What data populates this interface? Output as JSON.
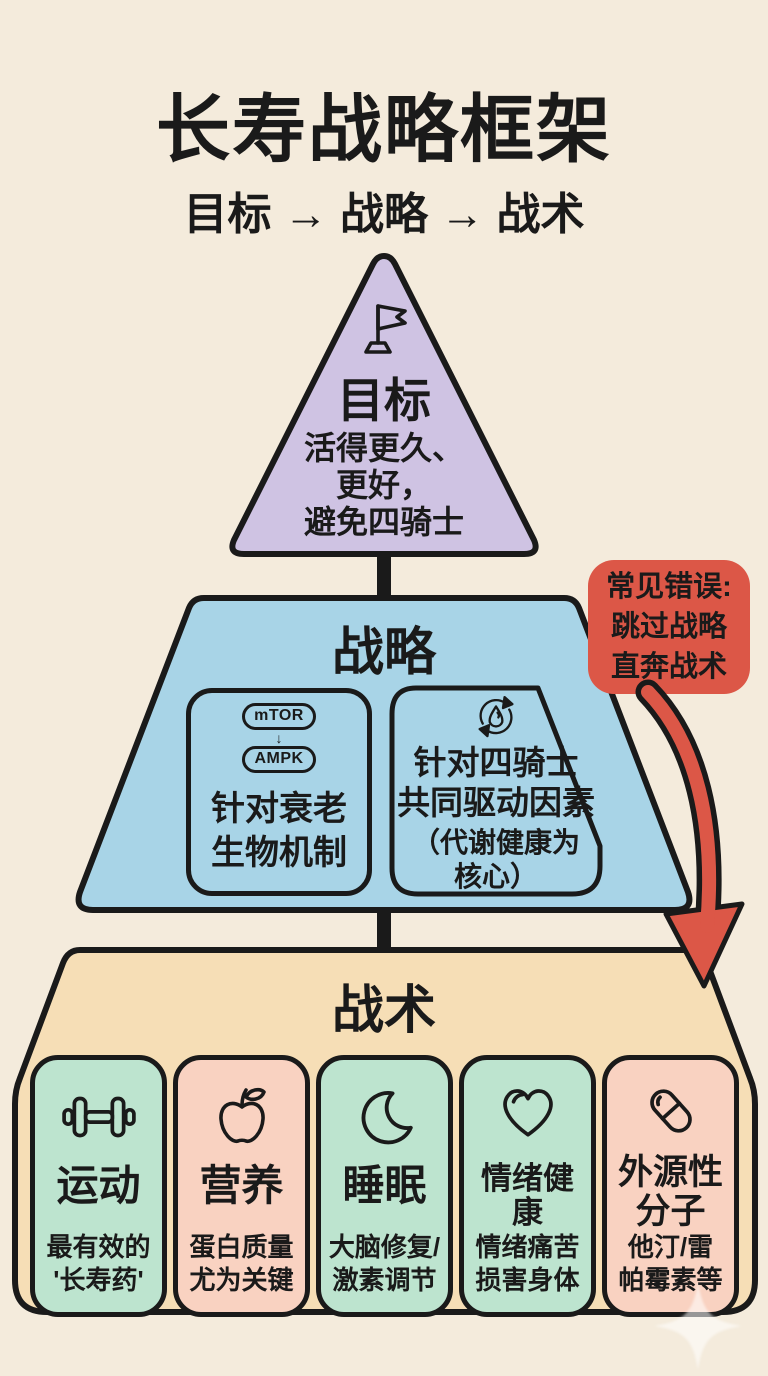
{
  "colors": {
    "background": "#f4ebdc",
    "ink": "#1a1a1a",
    "goal_purple": "#cfc3e3",
    "strategy_blue": "#a8d4e7",
    "tactics_tan": "#f6deb6",
    "card_green": "#bde4cf",
    "card_peach": "#f9d2c1",
    "warning_red": "#dc5747"
  },
  "header": {
    "title": "长寿战略框架",
    "subtitle": "目标 → 战略 → 战术"
  },
  "goal": {
    "icon": "flag-icon",
    "label": "目标",
    "description": "活得更久、\n更好，\n避免四骑士"
  },
  "strategy": {
    "label": "战略",
    "mechanism_box": {
      "icon": "mtor-ampk-badge-icon",
      "badge_top": "mTOR",
      "badge_arrow": "↓",
      "badge_bottom": "AMPK",
      "text": "针对衰老\n生物机制"
    },
    "drivers_box": {
      "icon": "metabolic-cycle-icon",
      "text": "针对四骑士\n共同驱动因素",
      "note": "（代谢健康为\n核心）"
    }
  },
  "warning": {
    "icon": "curved-arrow-down-icon",
    "text": "常见错误:\n跳过战略\n直奔战术"
  },
  "tactics": {
    "label": "战术",
    "cards": [
      {
        "icon": "dumbbell-icon",
        "title": "运动",
        "subtitle": "最有效的\n'长寿药'",
        "color": "green"
      },
      {
        "icon": "apple-icon",
        "title": "营养",
        "subtitle": "蛋白质量\n尤为关键",
        "color": "peach"
      },
      {
        "icon": "moon-icon",
        "title": "睡眠",
        "subtitle": "大脑修复/\n激素调节",
        "color": "green"
      },
      {
        "icon": "heart-icon",
        "title": "情绪健康",
        "subtitle": "情绪痛苦\n损害身体",
        "color": "green"
      },
      {
        "icon": "capsule-icon",
        "title": "外源性\n分子",
        "subtitle": "他汀/雷\n帕霉素等",
        "color": "peach"
      }
    ]
  },
  "watermark": {
    "icon": "sparkle-icon"
  }
}
